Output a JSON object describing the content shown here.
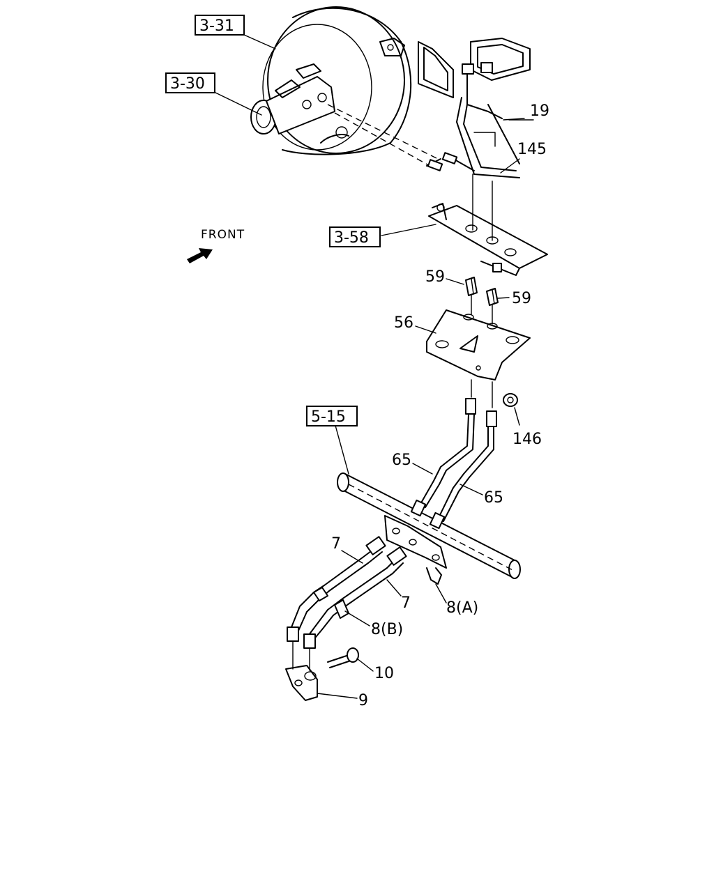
{
  "diagram": {
    "orientation_label": "FRONT",
    "orientation_icon": "arrow-icon",
    "boxed_references": {
      "ref_3_31": "3-31",
      "ref_3_30": "3-30",
      "ref_3_58": "3-58",
      "ref_5_15": "5-15"
    },
    "callouts": {
      "c19": "19",
      "c145": "145",
      "c59a": "59",
      "c59b": "59",
      "c56": "56",
      "c146": "146",
      "c65a": "65",
      "c65b": "65",
      "c7a": "7",
      "c7b": "7",
      "c8a": "8(A)",
      "c8b": "8(B)",
      "c10": "10",
      "c9": "9"
    }
  }
}
